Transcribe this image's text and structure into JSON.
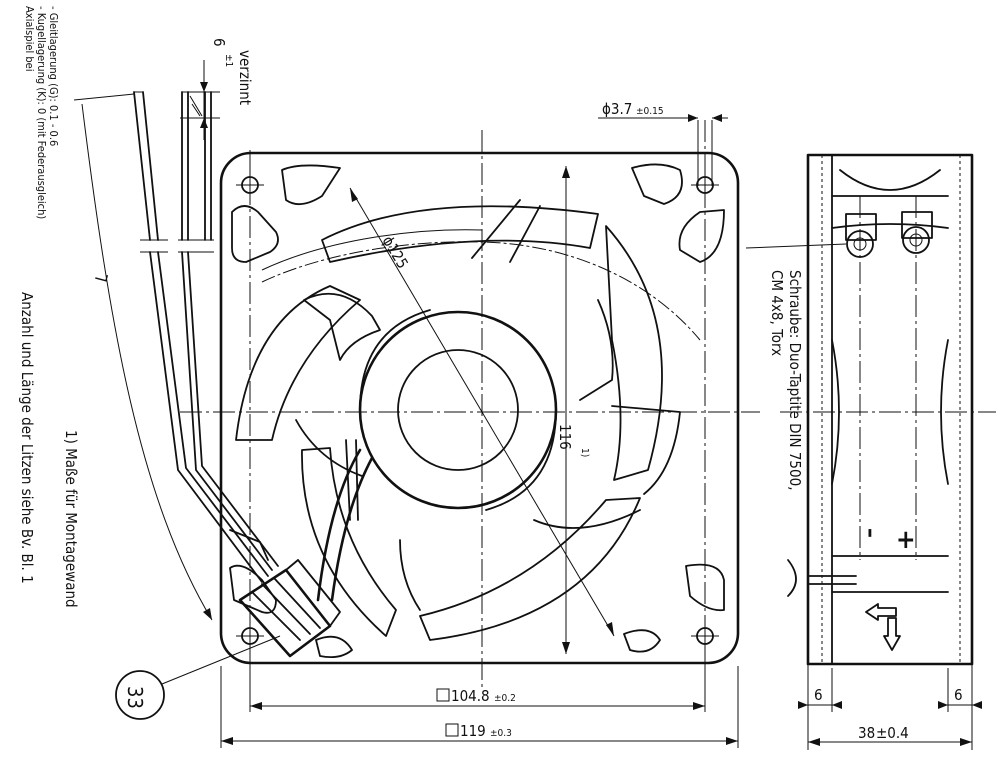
{
  "notes": {
    "axial_play_title": "Axialspiel bei",
    "axial_play_ball": "- Kugellagerung (K): 0 (mit Federausgleich)",
    "axial_play_sleeve": "- Gleitlagerung (G): 0.1 - 0.6",
    "wires_note": "Anzahl und Länge der Litzen siehe Bv. Bl. 1",
    "mounting_note": "1) Maße für Montagewand",
    "screw_line1": "Schraube: Duo-Taptite DIN 7500,",
    "screw_line2": "CM 4x8, Torx"
  },
  "labels": {
    "tinned": "verzinnt",
    "strip_length": "6",
    "strip_tolerance": "±1",
    "lead_length": "L",
    "hole_diameter": "ϕ3.7",
    "hole_tolerance": "±0.15",
    "diameter_125": "ϕ125",
    "dim_116": "116",
    "dim_116_note": "1)",
    "hole_spacing": "104.8",
    "hole_spacing_tolerance": "±0.2",
    "frame_size": "119",
    "frame_size_tolerance": "±0.3",
    "flange_left": "6",
    "flange_right": "6",
    "depth": "38",
    "depth_tolerance": "±0.4",
    "minus": "–",
    "plus": "+",
    "callout": "33"
  }
}
